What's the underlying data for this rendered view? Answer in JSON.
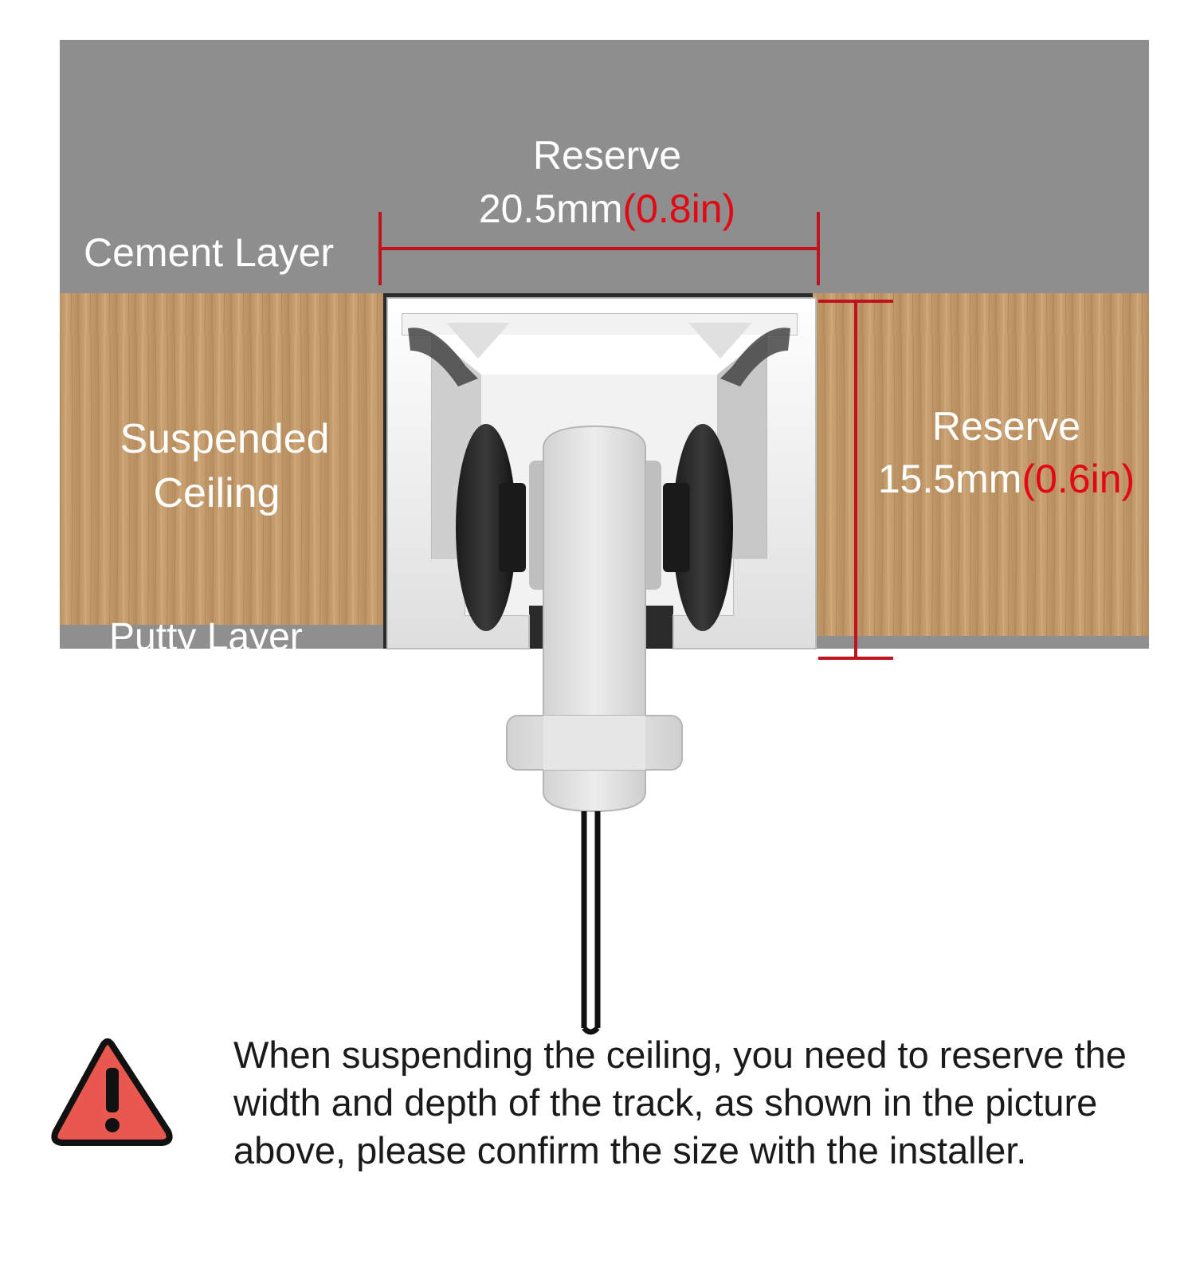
{
  "layers": {
    "cement": "Cement Layer",
    "ceiling_line1": "Suspended",
    "ceiling_line2": "Ceiling",
    "putty": "Putty Layer"
  },
  "width_reserve": {
    "label": "Reserve",
    "metric": "20.5mm",
    "imperial": "(0.8in)"
  },
  "depth_reserve": {
    "label": "Reserve",
    "metric": "15.5mm",
    "imperial": "(0.6in)"
  },
  "warning": {
    "icon": "warning-triangle-icon",
    "text": "When suspending the ceiling, you need to reserve the width and depth of the track, as shown in the picture above, please confirm the size with the installer."
  },
  "colors": {
    "cement": "#8e8e8e",
    "wood": "#c39a6b",
    "dimension_line": "#c0141c",
    "imperial_text": "#e30613",
    "warning_fill": "#e8584f"
  }
}
